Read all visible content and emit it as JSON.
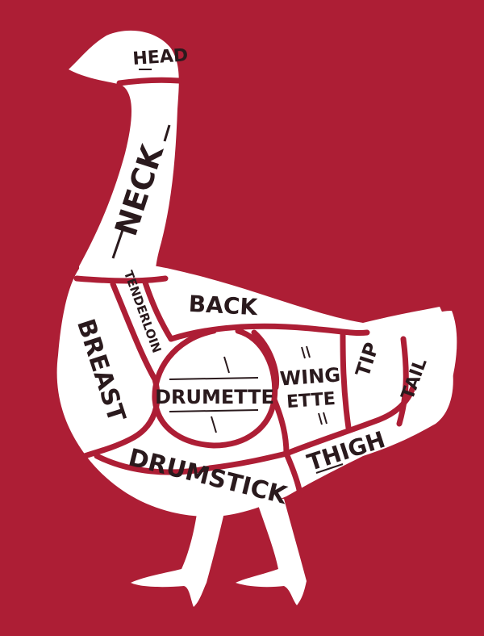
{
  "colors": {
    "background": "#ad1e35",
    "silhouette": "#ffffff",
    "label": "#2a1a1d"
  },
  "labels": {
    "head": "HEAD",
    "neck": "NECK",
    "tenderloin": "TENDERLOIN",
    "back": "BACK",
    "breast": "BREAST",
    "drumette": "DRUMETTE",
    "wing": "WING",
    "ette": "ETTE",
    "tip": "TIP",
    "tail": "TAIL",
    "thigh": "THIGH",
    "drumstick": "DRUMSTICK"
  }
}
